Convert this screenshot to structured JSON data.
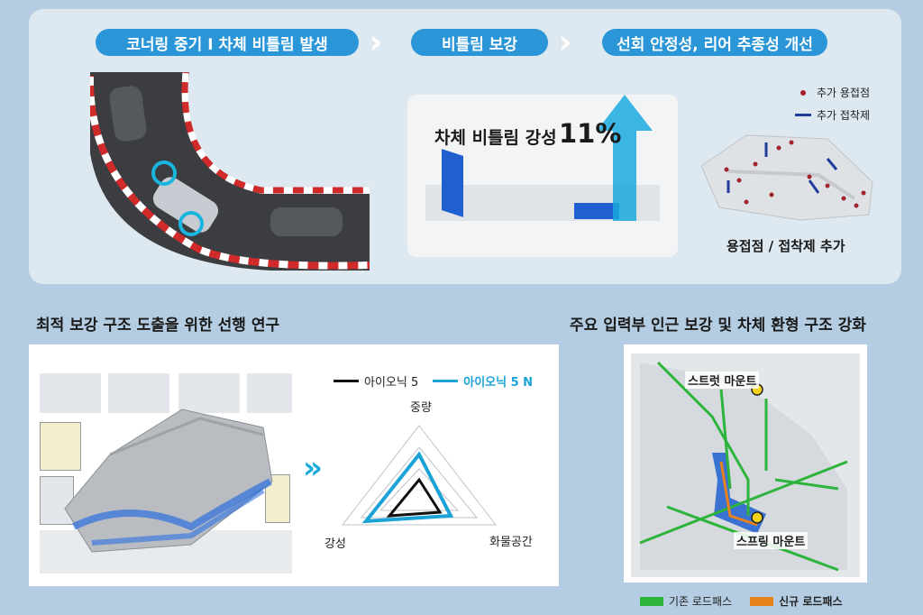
{
  "top": {
    "step1": "코너링 중기 I 차체 비틀림 발생",
    "step2": "비틀림 보강",
    "step3": "선회 안정성, 리어 추종성 개선",
    "stiffness_label": "차체 비틀림 강성",
    "stiffness_value": "11%",
    "legend_weld": "추가 용접점",
    "legend_adhesive": "추가 접착제",
    "weld_caption": "용접점 / 접착제 추가"
  },
  "left": {
    "title": "최적 보강 구조 도출을 위한 선행 연구",
    "legend_ioniq5": "아이오닉 5",
    "legend_ioniq5n": "아이오닉 5 N",
    "axis_weight": "중량",
    "axis_stiffness": "강성",
    "axis_cargo": "화물공간"
  },
  "right": {
    "title": "주요 입력부 인근 보강 및 차체 환형 구조 강화",
    "strut_mount": "스트럿 마운트",
    "spring_mount": "스프링 마운트",
    "legend_existing": "기존 로드패스",
    "legend_new": "신규 로드패스"
  },
  "colors": {
    "accent_blue": "#2a96d8",
    "ioniq5": "#111111",
    "ioniq5n": "#1ba2d6",
    "existing_path": "#2db43c",
    "new_path": "#e8821c",
    "adhesive": "#1f3b9b",
    "weld": "#a3212b"
  }
}
